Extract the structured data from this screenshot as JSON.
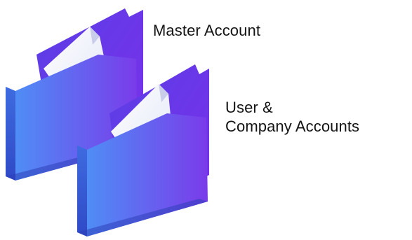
{
  "folders": [
    {
      "name": "Master Account",
      "label_lines": [
        "Master Account"
      ]
    },
    {
      "name": "User & Company Accounts",
      "label_lines": [
        "User &",
        "Company Accounts"
      ]
    }
  ],
  "colors": {
    "folder_front_left": "#4F8DF5",
    "folder_front_right": "#7A3BEA",
    "folder_back": "#6A30E0",
    "folder_side": "#3D4FCC",
    "paper": "#F1F3FB",
    "paper_shadow": "#C9CDEA",
    "label_text": "#141414"
  }
}
